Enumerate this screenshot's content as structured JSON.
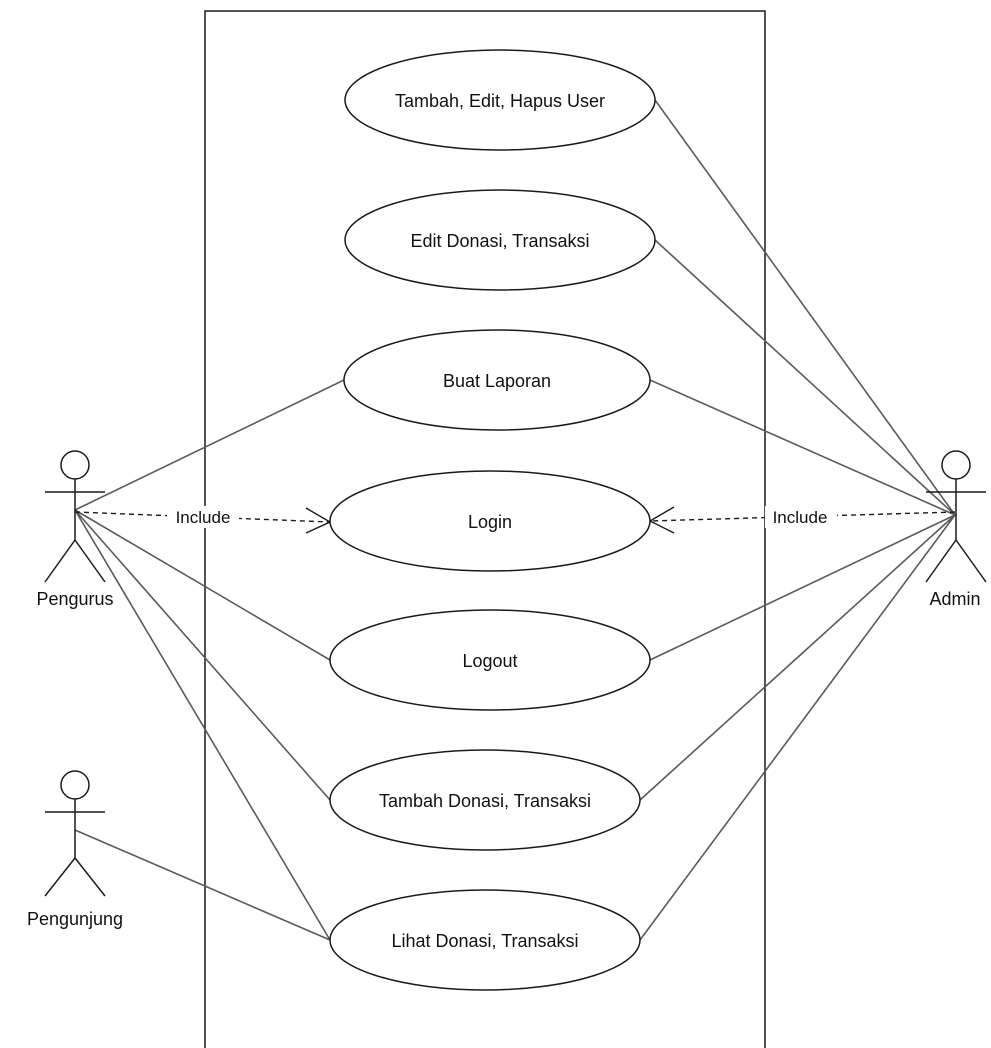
{
  "diagram": {
    "colors": {
      "stroke": "#1a1a1a",
      "line": "#5a5a5a",
      "background": "#ffffff"
    },
    "actors": {
      "pengurus": "Pengurus",
      "admin": "Admin",
      "pengunjung": "Pengunjung"
    },
    "use_cases": {
      "tambah_edit_hapus_user": "Tambah, Edit, Hapus User",
      "edit_donasi": "Edit Donasi, Transaksi",
      "buat_laporan": "Buat Laporan",
      "login": "Login",
      "logout": "Logout",
      "tambah_donasi": "Tambah Donasi, Transaksi",
      "lihat_donasi": "Lihat Donasi, Transaksi"
    },
    "relations": {
      "include_left": "Include",
      "include_right": "Include"
    }
  }
}
